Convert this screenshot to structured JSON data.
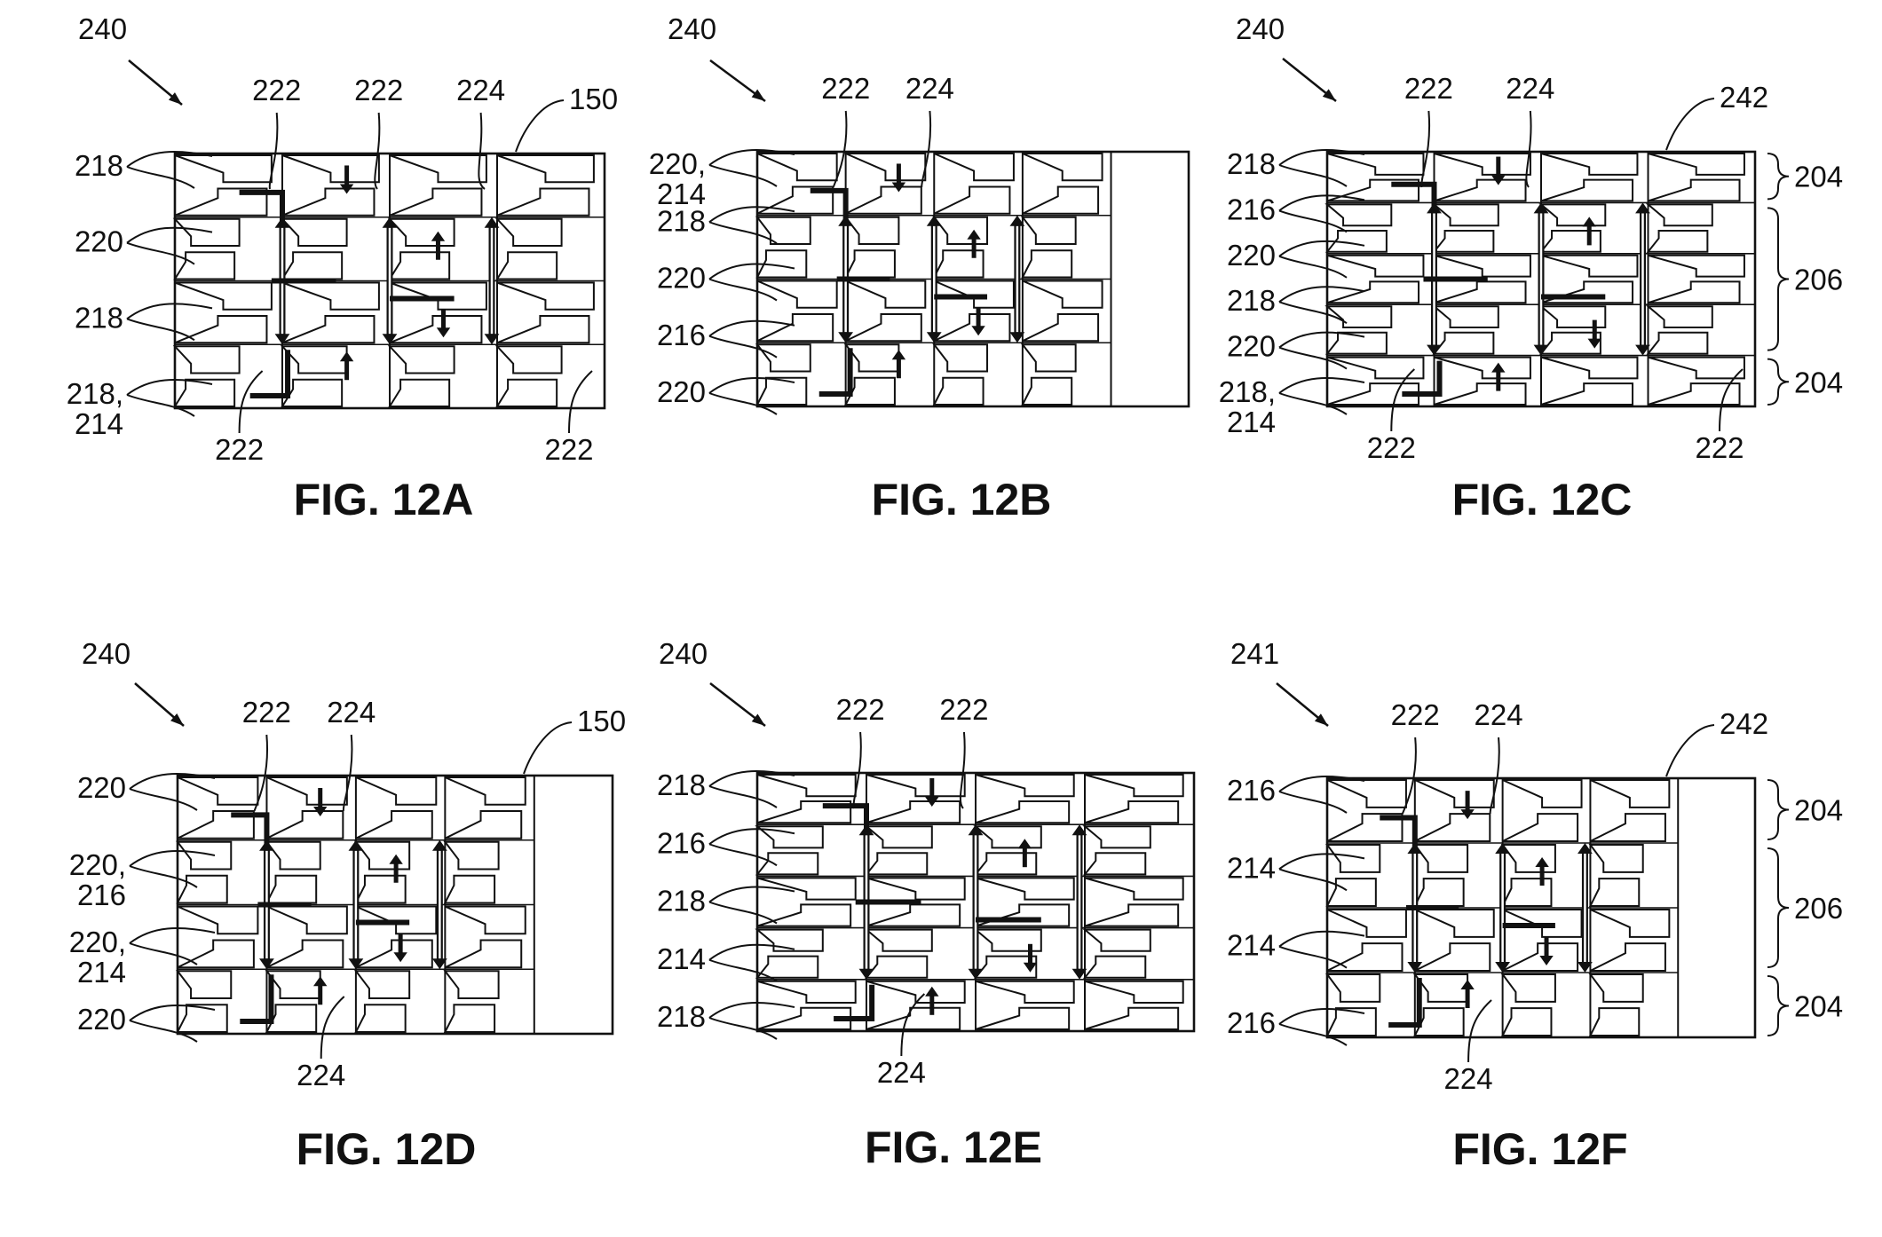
{
  "figures": [
    {
      "id": "12A",
      "caption": "FIG. 12A",
      "assembly_ref": "240",
      "labels": {
        "top": [
          "222",
          "222",
          "224"
        ],
        "top_right": "150",
        "left": [
          "218",
          "220",
          "218",
          "218,\n214"
        ],
        "bottom": [
          "222",
          "222"
        ]
      }
    },
    {
      "id": "12B",
      "caption": "FIG. 12B",
      "assembly_ref": "240",
      "labels": {
        "top": [
          "222",
          "224"
        ],
        "left": [
          "220,\n214",
          "218",
          "220",
          "216",
          "220"
        ]
      }
    },
    {
      "id": "12C",
      "caption": "FIG. 12C",
      "assembly_ref": "240",
      "labels": {
        "top": [
          "222",
          "224"
        ],
        "top_right": "242",
        "left": [
          "218",
          "216",
          "220",
          "218",
          "220",
          "218,\n214"
        ],
        "right": [
          "204",
          "206",
          "204"
        ],
        "bottom": [
          "222",
          "222"
        ]
      }
    },
    {
      "id": "12D",
      "caption": "FIG. 12D",
      "assembly_ref": "240",
      "labels": {
        "top": [
          "222",
          "224"
        ],
        "top_right": "150",
        "left": [
          "220",
          "220,\n216",
          "220,\n214",
          "220"
        ],
        "bottom": [
          "224"
        ]
      }
    },
    {
      "id": "12E",
      "caption": "FIG. 12E",
      "assembly_ref": "240",
      "labels": {
        "top": [
          "222",
          "222"
        ],
        "left": [
          "218",
          "216",
          "218",
          "214",
          "218"
        ],
        "bottom": [
          "224"
        ]
      }
    },
    {
      "id": "12F",
      "caption": "FIG. 12F",
      "assembly_ref": "241",
      "labels": {
        "top": [
          "222",
          "224"
        ],
        "top_right": "242",
        "left": [
          "216",
          "214",
          "214",
          "216"
        ],
        "right": [
          "204",
          "206",
          "204"
        ],
        "bottom": [
          "224"
        ]
      }
    }
  ]
}
